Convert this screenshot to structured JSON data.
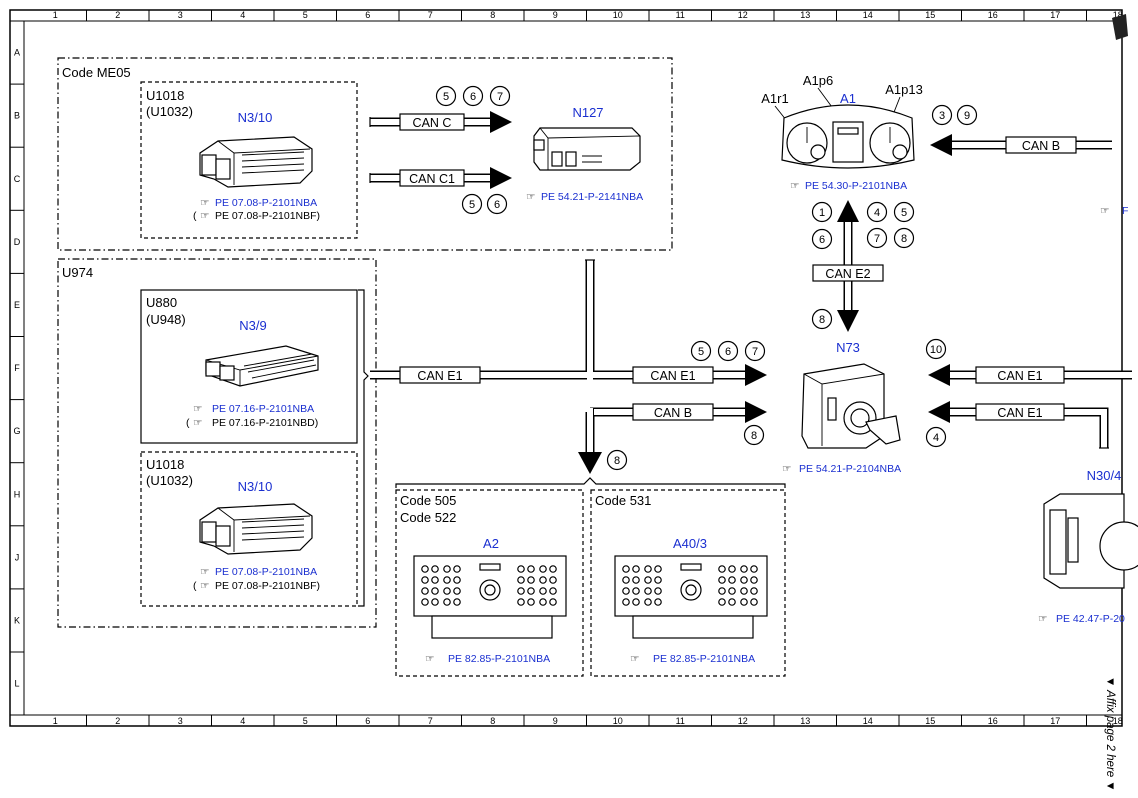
{
  "grid": {
    "columns": [
      "1",
      "2",
      "3",
      "4",
      "5",
      "6",
      "7",
      "8",
      "9",
      "10",
      "11",
      "12",
      "13",
      "14",
      "15",
      "16",
      "17",
      "18"
    ],
    "rows": [
      "A",
      "B",
      "C",
      "D",
      "E",
      "F",
      "G",
      "H",
      "J",
      "K",
      "L"
    ]
  },
  "margin_note": "▼ Affix page 2 here ▼",
  "groups": {
    "me05": "Code ME05",
    "u974": "U974",
    "code505": "Code 505",
    "code522": "Code 522",
    "code531": "Code 531"
  },
  "components": {
    "n3_10_top": {
      "variant": "U1018",
      "variant_alt": "(U1032)",
      "id": "N3/10",
      "ref1_icon": "☞",
      "ref1": "PE 07.08-P-2101NBA",
      "ref2_open": "(",
      "ref2_icon": "☞",
      "ref2": "PE 07.08-P-2101NBF)"
    },
    "n127": {
      "id": "N127",
      "ref_icon": "☞",
      "ref": "PE 54.21-P-2141NBA"
    },
    "a1": {
      "id": "A1",
      "sub1": "A1r1",
      "sub2": "A1p6",
      "sub3": "A1p13",
      "ref_icon": "☞",
      "ref": "PE 54.30-P-2101NBA"
    },
    "n3_9": {
      "variant": "U880",
      "variant_alt": "(U948)",
      "id": "N3/9",
      "ref1_icon": "☞",
      "ref1": "PE 07.16-P-2101NBA",
      "ref2_open": "(",
      "ref2_icon": "☞",
      "ref2": "PE 07.16-P-2101NBD)"
    },
    "n3_10_bottom": {
      "variant": "U1018",
      "variant_alt": "(U1032)",
      "id": "N3/10",
      "ref1_icon": "☞",
      "ref1": "PE 07.08-P-2101NBA",
      "ref2_open": "(",
      "ref2_icon": "☞",
      "ref2": "PE 07.08-P-2101NBF)"
    },
    "n73": {
      "id": "N73",
      "ref_icon": "☞",
      "ref": "PE 54.21-P-2104NBA"
    },
    "a2": {
      "id": "A2",
      "ref_icon": "☞",
      "ref": "PE 82.85-P-2101NBA"
    },
    "a40_3": {
      "id": "A40/3",
      "ref_icon": "☞",
      "ref": "PE 82.85-P-2101NBA"
    },
    "n30_4": {
      "id": "N30/4",
      "ref_icon": "☞",
      "ref": "PE 42.47-P-20"
    },
    "edge_ref": {
      "ref_icon": "☞",
      "ref": "F"
    }
  },
  "buses": {
    "can_c": "CAN C",
    "can_c1": "CAN C1",
    "can_b_top": "CAN B",
    "can_e2": "CAN E2",
    "can_e1_left": "CAN E1",
    "can_e1_mid": "CAN E1",
    "can_b_mid": "CAN B",
    "can_e1_right_top": "CAN E1",
    "can_e1_right_bottom": "CAN E1"
  },
  "notes": {
    "can_c": [
      "5",
      "6",
      "7"
    ],
    "can_c1": [
      "5",
      "6"
    ],
    "can_b_top": [
      "3",
      "9"
    ],
    "e2_left": [
      "1",
      "6"
    ],
    "e2_right_top": [
      "4",
      "5"
    ],
    "e2_right_bottom": [
      "7",
      "8"
    ],
    "e2_bottom": [
      "8"
    ],
    "can_e1_mid": [
      "5",
      "6",
      "7"
    ],
    "can_b_mid": [
      "8"
    ],
    "radio_branch": [
      "8"
    ],
    "n73_top": [
      "10"
    ],
    "n73_bottom": [
      "4"
    ]
  }
}
